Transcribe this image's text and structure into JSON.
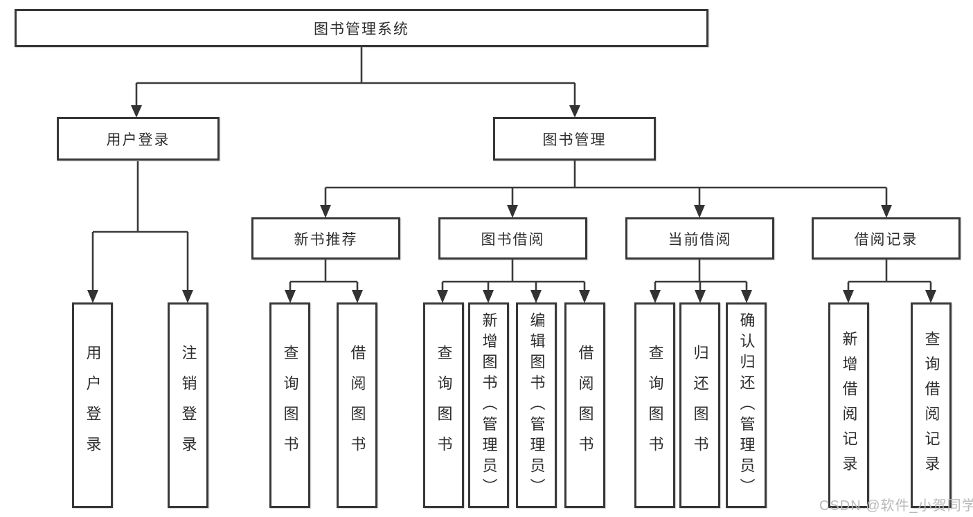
{
  "diagram": {
    "title": "图书管理系统",
    "root": {
      "label": "图书管理系统"
    },
    "branches": [
      {
        "label": "用户登录"
      },
      {
        "label": "图书管理"
      }
    ],
    "sections": [
      {
        "label": "新书推荐",
        "parent": "图书管理"
      },
      {
        "label": "图书借阅",
        "parent": "图书管理"
      },
      {
        "label": "当前借阅",
        "parent": "图书管理"
      },
      {
        "label": "借阅记录",
        "parent": "图书管理"
      }
    ],
    "leaves": [
      {
        "label": "用户登录",
        "parent": "用户登录"
      },
      {
        "label": "注销登录",
        "parent": "用户登录"
      },
      {
        "label": "查询图书",
        "parent": "新书推荐"
      },
      {
        "label": "借阅图书",
        "parent": "新书推荐"
      },
      {
        "label": "查询图书",
        "parent": "图书借阅"
      },
      {
        "label": "新增图书（管理员）",
        "parent": "图书借阅"
      },
      {
        "label": "编辑图书（管理员）",
        "parent": "图书借阅"
      },
      {
        "label": "借阅图书",
        "parent": "图书借阅"
      },
      {
        "label": "查询图书",
        "parent": "当前借阅"
      },
      {
        "label": "归还图书",
        "parent": "当前借阅"
      },
      {
        "label": "确认归还（管理员）",
        "parent": "当前借阅"
      },
      {
        "label": "新增借阅记录",
        "parent": "借阅记录"
      },
      {
        "label": "查询借阅记录",
        "parent": "借阅记录"
      }
    ]
  },
  "watermark": {
    "text": "CSDN @软件_小贺同学",
    "color": "#b9b9b9"
  },
  "colors": {
    "line": "#3a3a3a",
    "box_border": "#383838",
    "text": "#2d2d2d",
    "background": "#ffffff"
  }
}
